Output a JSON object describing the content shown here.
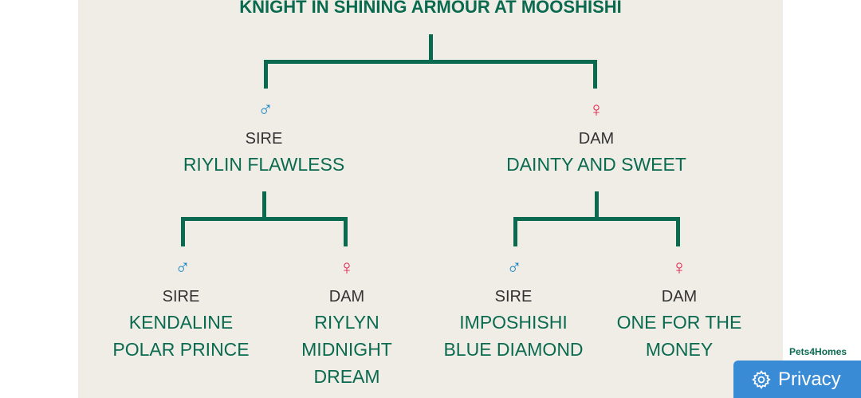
{
  "title": "KNIGHT IN SHINING ARMOUR AT MOOSHISHI",
  "sire": {
    "label": "SIRE",
    "name": "RIYLIN FLAWLESS",
    "sire": {
      "label": "SIRE",
      "name1": "KENDALINE",
      "name2": "POLAR PRINCE"
    },
    "dam": {
      "label": "DAM",
      "name1": "RIYLYN",
      "name2": "MIDNIGHT",
      "name3": "DREAM"
    }
  },
  "dam": {
    "label": "DAM",
    "name": "DAINTY AND SWEET",
    "sire": {
      "label": "SIRE",
      "name1": "IMPOSHISHI",
      "name2": "BLUE DIAMOND"
    },
    "dam": {
      "label": "DAM",
      "name1": "ONE FOR THE",
      "name2": "MONEY"
    }
  },
  "icons": {
    "male": "♂",
    "female": "♀"
  },
  "privacy": {
    "label": "Privacy",
    "brand": "Pets4Homes"
  }
}
